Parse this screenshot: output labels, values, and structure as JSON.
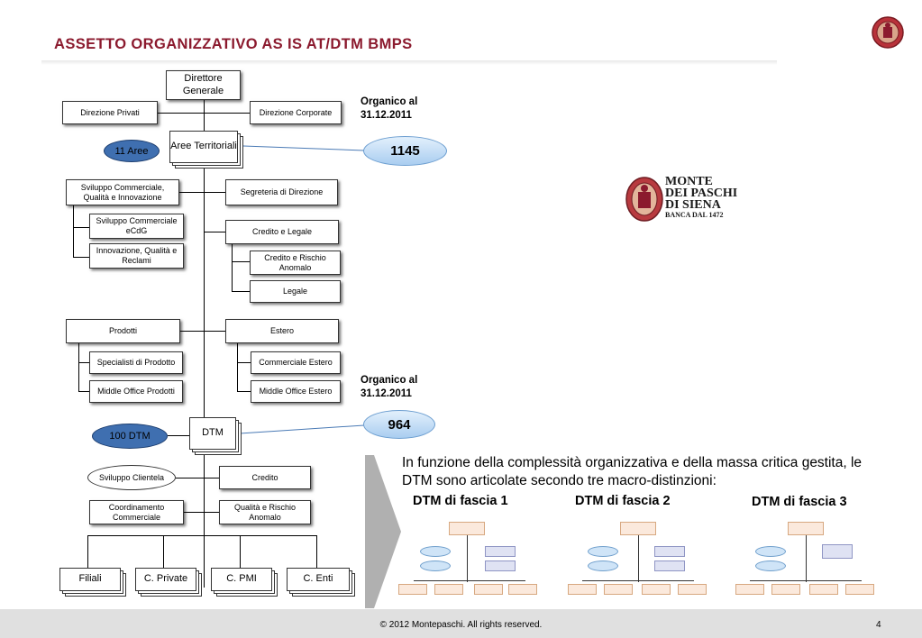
{
  "header": {
    "title": "ASSETTO ORGANIZZATIVO AS IS AT/DTM BMPS"
  },
  "org": {
    "direttore": "Direttore Generale",
    "direzione_privati": "Direzione Privati",
    "direzione_corporate": "Direzione Corporate",
    "aree_territoriali": "Aree Territoriali",
    "aree_count": "11 Aree",
    "sviluppo_commerciale": "Sviluppo Commerciale, Qualità e Innovazione",
    "segreteria": "Segreteria di Direzione",
    "sviluppo_ecdg": "Sviluppo Commerciale eCdG",
    "innovazione": "Innovazione, Qualità e Reclami",
    "credito_legale": "Credito e Legale",
    "credito_rischio": "Credito e Rischio Anomalo",
    "legale": "Legale",
    "prodotti": "Prodotti",
    "estero": "Estero",
    "specialisti": "Specialisti di Prodotto",
    "commerciale_estero": "Commerciale Estero",
    "middle_prodotti": "Middle Office Prodotti",
    "middle_estero": "Middle Office Estero",
    "dtm": "DTM",
    "dtm_count": "100 DTM",
    "sviluppo_clientela": "Sviluppo Clientela",
    "credito": "Credito",
    "coordinamento": "Coordinamento Commerciale",
    "qualita_rischio": "Qualità e Rischio Anomalo",
    "filiali": "Filiali",
    "c_private": "C. Private",
    "c_pmi": "C. PMI",
    "c_enti": "C. Enti"
  },
  "organico": [
    {
      "label": "Organico al 31.12.2011",
      "value": "1145"
    },
    {
      "label": "Organico al 31.12.2011",
      "value": "964"
    }
  ],
  "brand": {
    "line1": "MONTE",
    "line2": "DEI PASCHI",
    "line3": "DI SIENA",
    "line4": "BANCA DAL 1472"
  },
  "description": "In funzione della complessità organizzativa e della massa critica gestita, le DTM sono articolate secondo tre macro-distinzioni:",
  "fasce": [
    "DTM di fascia 1",
    "DTM di fascia 2",
    "DTM di fascia 3"
  ],
  "footer": {
    "copyright": "© 2012 Montepaschi. All rights reserved.",
    "page": "4"
  },
  "colors": {
    "title": "#8b1a2e",
    "accent_dark": "#3f6fb0",
    "accent_light": "#a9cdf0"
  }
}
